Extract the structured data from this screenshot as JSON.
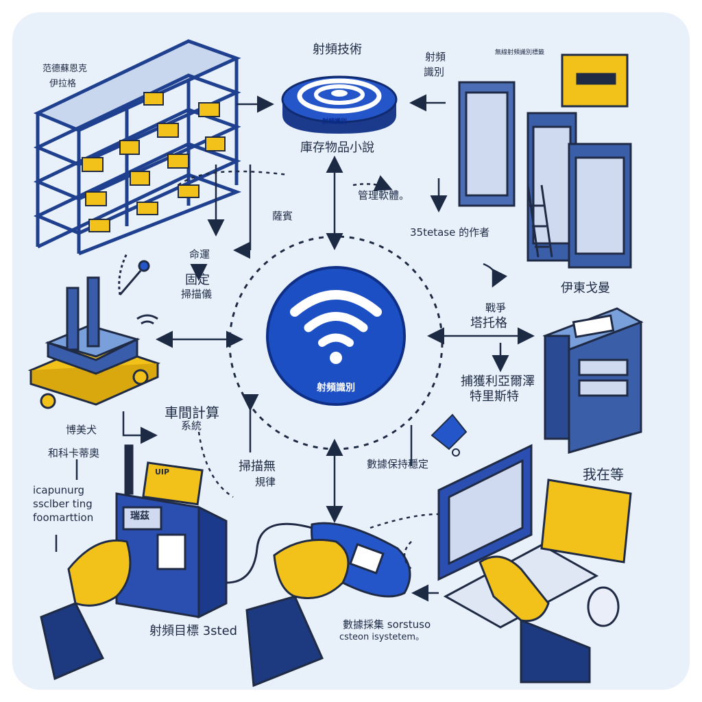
{
  "hub": {
    "label": "射頻識別"
  },
  "reader": {
    "title": "射頻技術",
    "plate": "射頻識別",
    "caption": "庫存物品小說"
  },
  "labels": {
    "shelf_tl": [
      "范德蘇恩克",
      "伊拉格"
    ],
    "top_right_a": [
      "射頻",
      "識別"
    ],
    "top_right_b": "無線射頻識別標籤",
    "mgmt": "管理軟體。",
    "sashi": "薩賓",
    "author": "35tetase 的作者",
    "fate": "命運",
    "fixed": [
      "固定",
      "掃描儀"
    ],
    "right_server": "伊東戈曼",
    "war": [
      "戰爭",
      "塔托格"
    ],
    "capture": [
      "捕獲利亞爾澤",
      "特里斯特"
    ],
    "workshop": [
      "車間計算",
      "系統"
    ],
    "bomei": "博美犬",
    "heko": "和科卡蒂奧",
    "eng_left": [
      "icapunurg",
      "ssclber ting",
      "foomarttion"
    ],
    "scan_rule": [
      "掃描無",
      "規律"
    ],
    "data_stable": "數據保持穩定",
    "waiting": "我在等",
    "handheld_caption": "射頻目標 3sted",
    "handheld_sticker": "UIP",
    "handheld_screen": "瑞茲",
    "data_collect": [
      "數據採集 sorstuso",
      "csteon isystetem。"
    ]
  }
}
